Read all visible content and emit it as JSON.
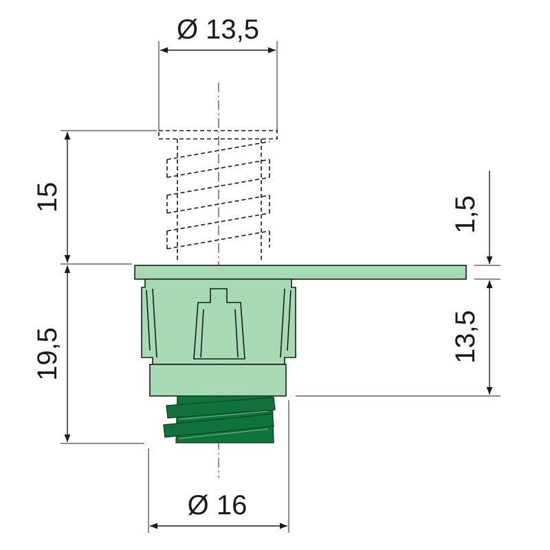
{
  "dimensions": {
    "top_diameter": "Ø 13,5",
    "bottom_diameter": "Ø 16",
    "upper_height": "15",
    "lower_height": "19,5",
    "flange_thickness": "1,5",
    "body_height": "13,5"
  },
  "colors": {
    "body_light": "#a6dab3",
    "thread_dark": "#11733a",
    "line": "#1a1a1a"
  }
}
